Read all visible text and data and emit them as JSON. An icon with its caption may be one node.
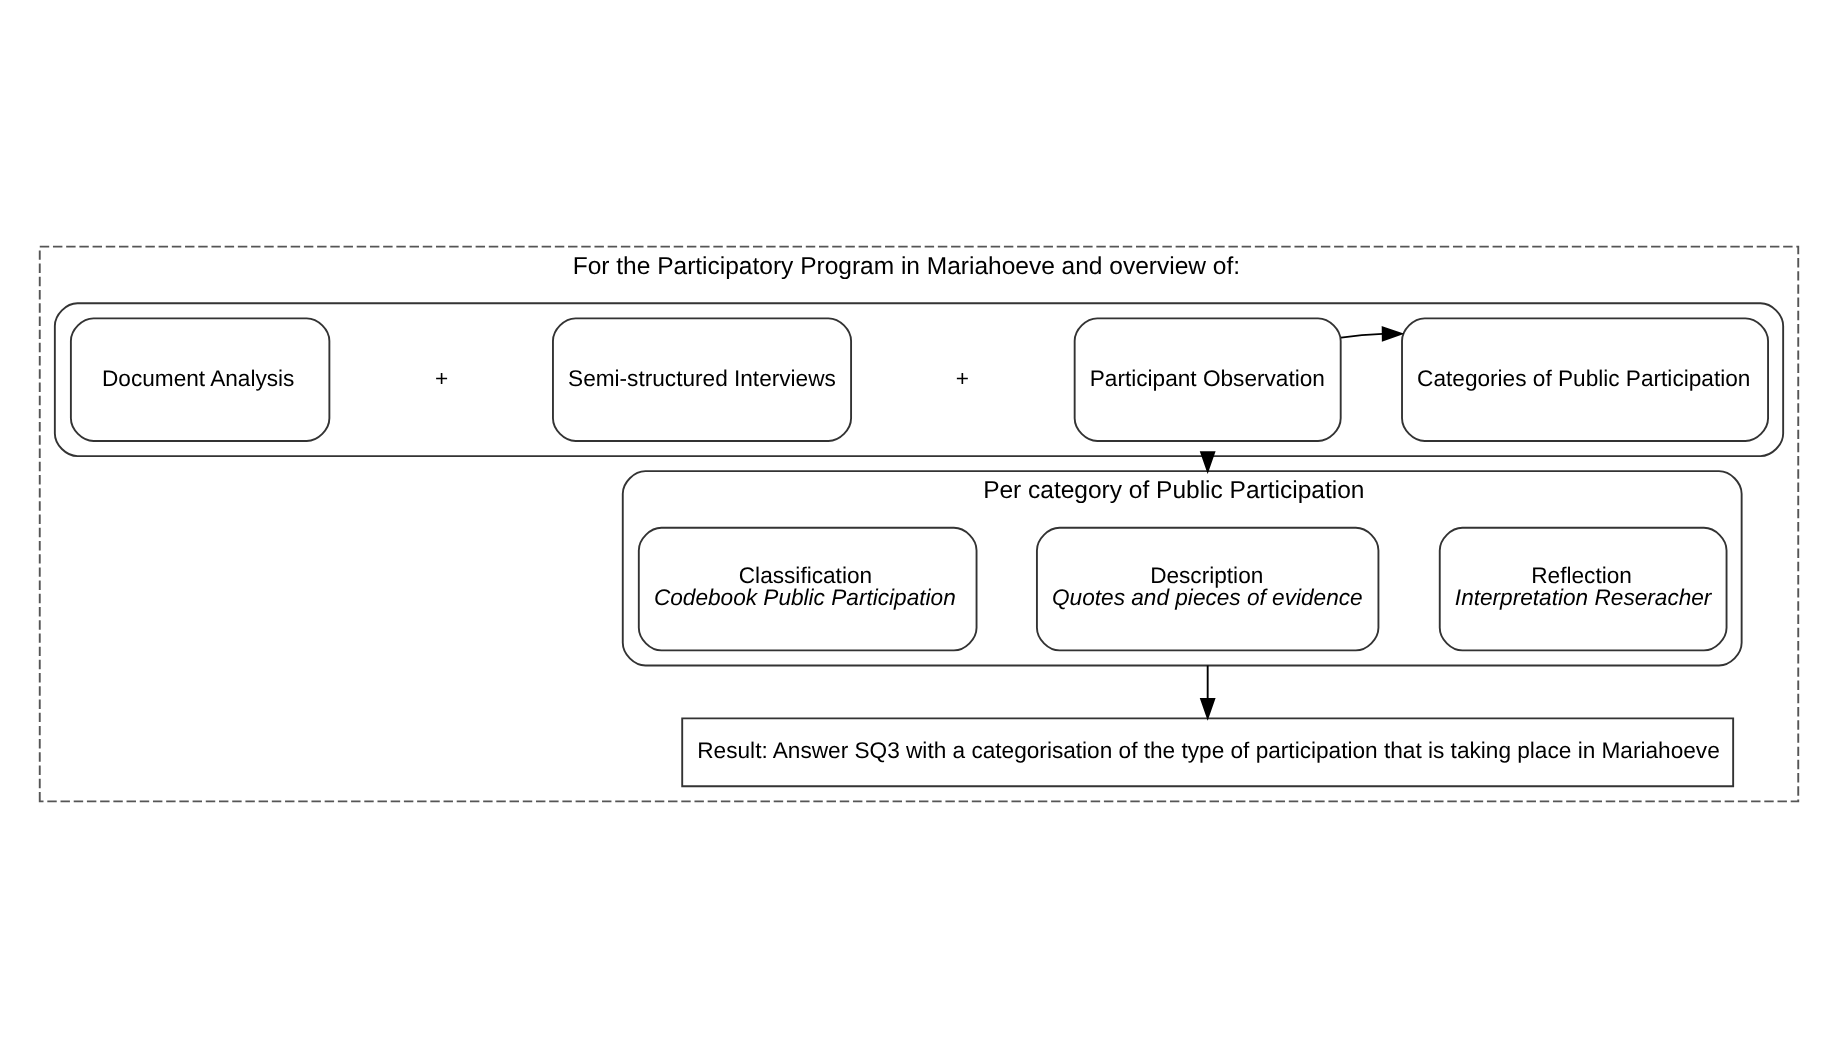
{
  "diagram": {
    "nodes": [
      {
        "text": [
          "For the Participatory Program in Mariahoeve and overview of:"
        ]
      },
      {
        "text": [],
        "shape": "box",
        "in": 0
      },
      {
        "text": [
          "Document Analysis"
        ],
        "in": 1
      },
      {
        "text": [
          "Semi-structured Interviews"
        ],
        "in": 1
      },
      {
        "text": [
          "Participant Observation"
        ],
        "in": 1
      },
      {
        "text": [
          "Categories of Public Participation"
        ],
        "in": 1
      },
      {
        "text": [
          "Per category of Public Participation"
        ],
        "in": 0
      },
      {
        "text": [
          "Classification",
          "Codebook Public Participation"
        ],
        "in": 6
      },
      {
        "text": [
          "Description",
          "Quotes and pieces of evidence"
        ],
        "in": 6
      },
      {
        "text": [
          "Reflection",
          "Interpretation Reseracher"
        ],
        "in": 6
      },
      {
        "text": [
          "Result: Answer SQ3 with a categorisation of the type of participation that is taking place in Mariahoeve"
        ],
        "in": 0
      }
    ],
    "edges": [
      {
        "from": 4,
        "to": 5,
        "arrow": "to"
      },
      {
        "from": 1,
        "to": 6,
        "arrow": "to"
      },
      {
        "from": 6,
        "to": 10,
        "arrow": "to"
      }
    ],
    "labels": [
      "+",
      "+"
    ]
  }
}
